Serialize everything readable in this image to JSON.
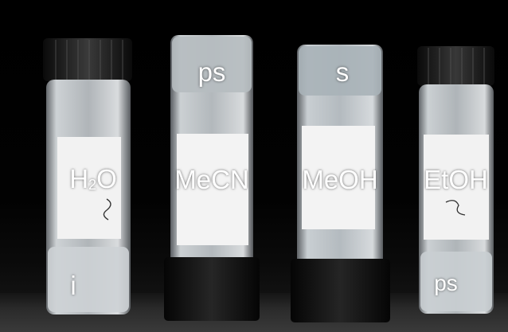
{
  "vials": [
    {
      "solvent_main": "H",
      "solvent_sub": "2",
      "solvent_tail": "O",
      "state": "i"
    },
    {
      "solvent": "MeCN",
      "state": "ps"
    },
    {
      "solvent": "MeOH",
      "state": "s"
    },
    {
      "solvent": "EtOH",
      "state": "ps"
    }
  ],
  "colors": {
    "background": "#000000",
    "glass": "#d9dde0",
    "label_paper": "#f4f4f4",
    "cap": "#111111",
    "text": "#ffffff"
  }
}
